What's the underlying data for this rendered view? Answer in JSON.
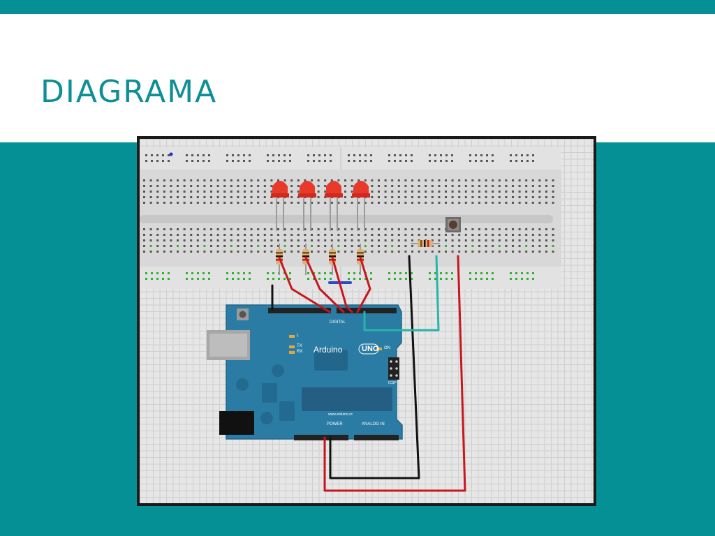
{
  "slide": {
    "title": "DIAGRAMA"
  },
  "diagram": {
    "board_name": "Arduino",
    "board_model": "UNO",
    "digital_label": "DIGITAL",
    "power_label": "POWER",
    "analog_label": "ANALOG IN",
    "website": "www.arduino.cc",
    "icsp_label": "ICSP",
    "on_label": "ON",
    "tx_label": "TX",
    "rx_label": "RX",
    "l_label": "L",
    "led_count": 4,
    "colors": {
      "background": "#049095",
      "title": "#0d8f94",
      "board": "#2a7ca5",
      "led": "#e8392a",
      "wire_red": "#c8161d",
      "wire_black": "#111111",
      "wire_teal": "#27b5a8"
    }
  }
}
